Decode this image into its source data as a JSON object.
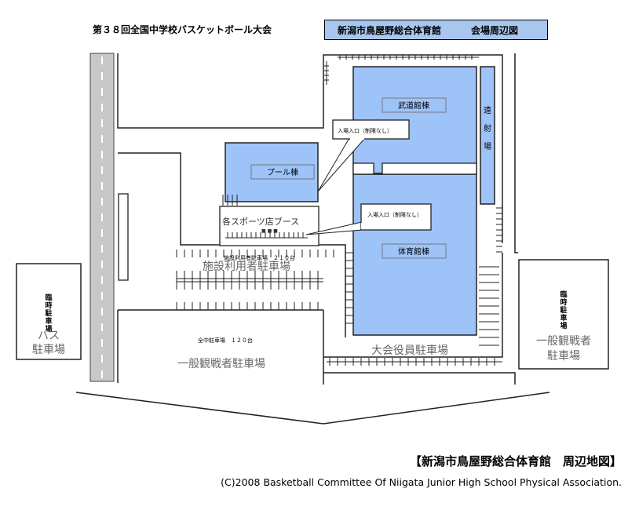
{
  "header": {
    "event": "第３８回全国中学校バスケットボール大会",
    "venue": "新潟市鳥屋野総合体育館",
    "suffix": "会場周辺図"
  },
  "buildings": {
    "budokan": "武道館棟",
    "taiikukan": "体育館棟",
    "pool": "プール棟",
    "enshajo": [
      "遠",
      "射",
      "場"
    ]
  },
  "callouts": {
    "entrance_top": "入場入口（制限なし）",
    "entrance_bottom": "入場入口（制限なし）"
  },
  "booth": {
    "label": "各スポーツ店ブース",
    "sub": "■ ■ ■"
  },
  "parking": {
    "facility_small": "施設利用者駐車場　２１０台",
    "facility_large": "施設利用者駐車場",
    "zenchu_small": "全中駐車場　１２０台",
    "general": "一般観戦者駐車場",
    "officials": "大会役員駐車場",
    "bus_vertical": [
      "臨",
      "時",
      "駐",
      "車",
      "場"
    ],
    "bus_line1": "バス",
    "bus_line2": "駐車場",
    "right_vertical": [
      "臨",
      "時",
      "駐",
      "車",
      "場"
    ],
    "right_line1": "一般観戦者",
    "right_line2": "駐車場"
  },
  "colors": {
    "building": "#9dc3f8",
    "header_box": "#a9c7ee",
    "road": "#c8c8c8",
    "label_gray": "#666666"
  },
  "footer": {
    "title": "【新潟市鳥屋野総合体育館　周辺地図】",
    "copyright": "(C)2008 Basketball Committee Of Niigata Junior High School Physical Association."
  }
}
